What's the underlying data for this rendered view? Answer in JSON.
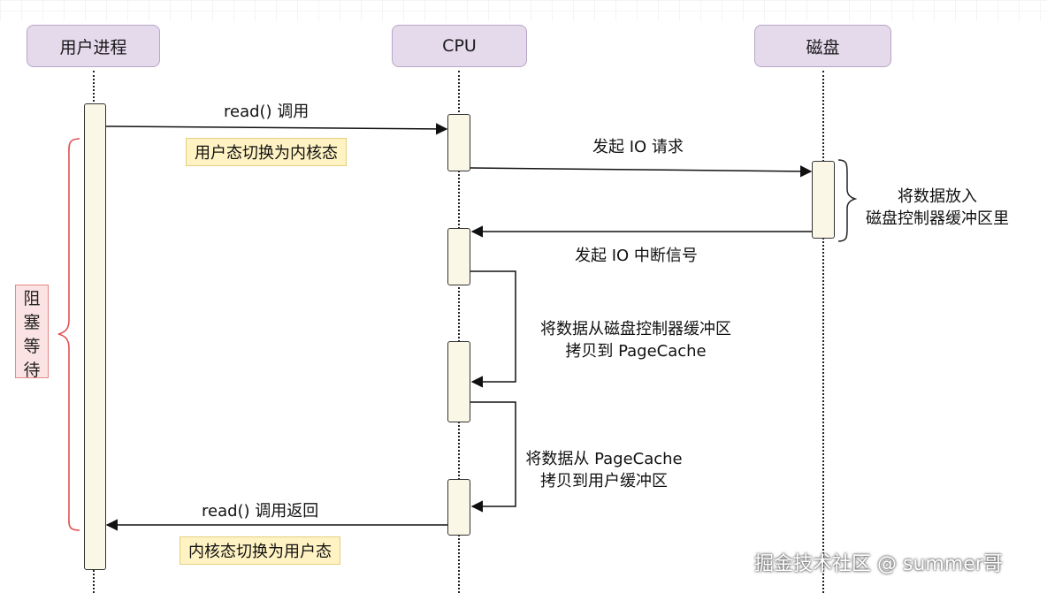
{
  "actors": {
    "user_process": "用户进程",
    "cpu": "CPU",
    "disk": "磁盘"
  },
  "messages": {
    "read_call": "read() 调用",
    "issue_io": "发起 IO 请求",
    "io_interrupt": "发起 IO 中断信号",
    "read_return": "read() 调用返回"
  },
  "notes": {
    "to_kernel": "用户态切换为内核态",
    "to_user": "内核态切换为用户态"
  },
  "annotations": {
    "disk_buffer_line1": "将数据放入",
    "disk_buffer_line2": "磁盘控制器缓冲区里",
    "copy_to_pagecache_line1": "将数据从磁盘控制器缓冲区",
    "copy_to_pagecache_line2": "拷贝到 PageCache",
    "copy_to_user_line1": "将数据从 PageCache",
    "copy_to_user_line2": "拷贝到用户缓冲区"
  },
  "blocking": [
    "阻",
    "塞",
    "等",
    "待"
  ],
  "watermark": "掘金技术社区 @ summer哥",
  "colors": {
    "actor_fill": "#e5d9ec",
    "bar_fill": "#fbf7e6",
    "note_fill": "#fff3c4",
    "brace": "#e05252",
    "block_fill": "#fbe3e3"
  }
}
